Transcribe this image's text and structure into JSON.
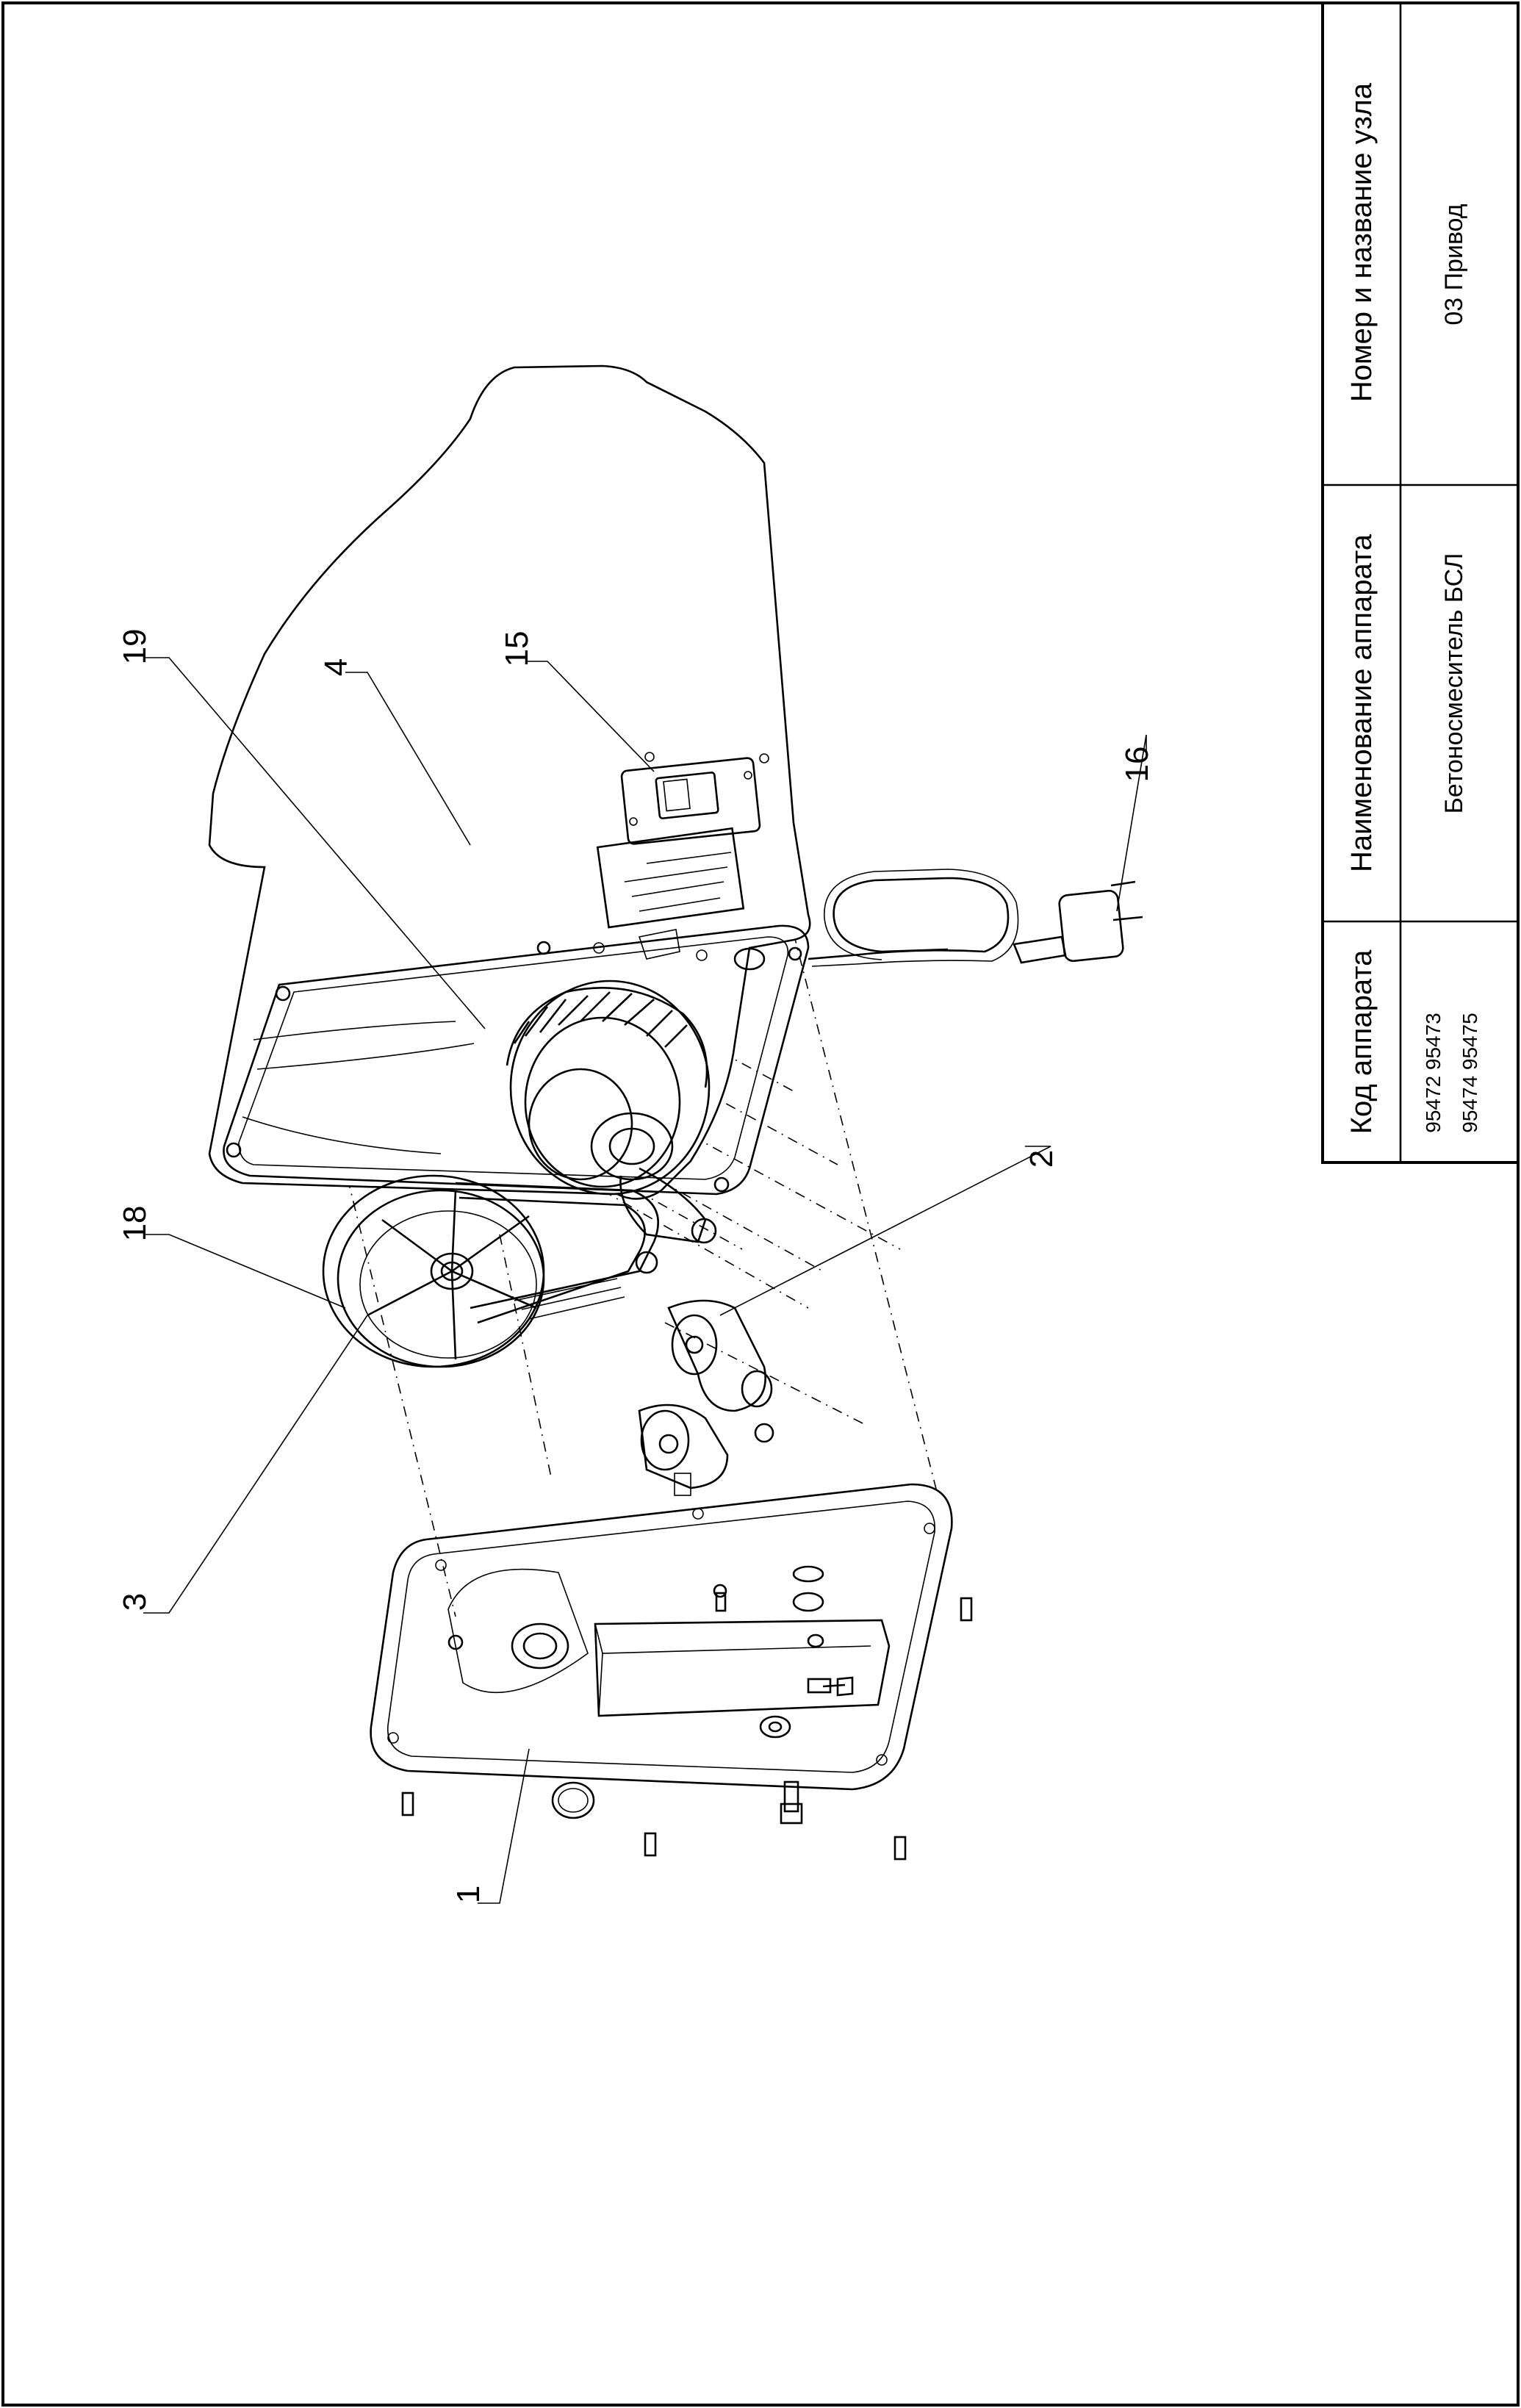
{
  "title_block": {
    "col_code_header": "Код аппарата",
    "col_code_value_1": "95472 95473",
    "col_code_value_2": "95474 95475",
    "col_name_header": "Наименование аппарата",
    "col_name_value": "Бетоносмеситель БСЛ",
    "col_unit_header": "Номер и название узла",
    "col_unit_value": "03 Привод"
  },
  "callouts": {
    "c1": "1",
    "c2": "2",
    "c3": "3",
    "c4": "4",
    "c15": "15",
    "c16": "16",
    "c18": "18",
    "c19": "19"
  }
}
